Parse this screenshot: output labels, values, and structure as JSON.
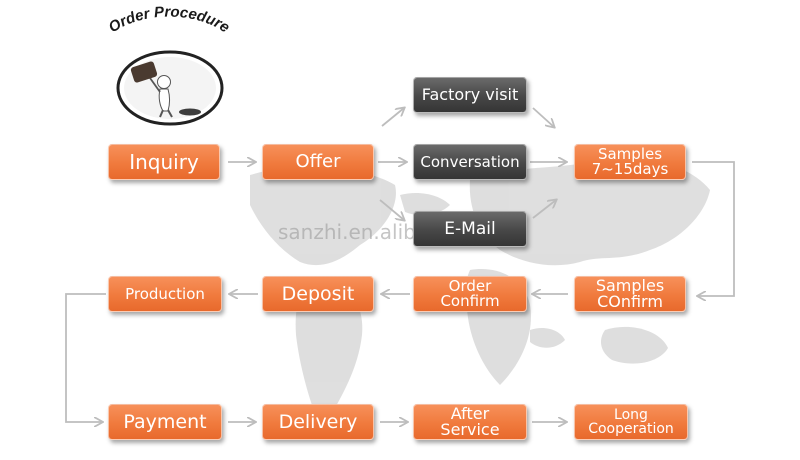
{
  "title": "Order Procedure",
  "watermark": "sanzhi.en.alibaba.com",
  "colors": {
    "orange": "#f07a3d",
    "dark": "#474747",
    "arrow": "#bdbdbd",
    "map": "#d9d9d9"
  },
  "nodes": {
    "inquiry": "Inquiry",
    "offer": "Offer",
    "factory_visit": "Factory visit",
    "conversation": "Conversation",
    "email": "E-Mail",
    "samples": [
      "Samples",
      "7~15days"
    ],
    "samples_confirm": [
      "Samples",
      "COnfirm"
    ],
    "order_confirm": [
      "Order",
      "Confirm"
    ],
    "deposit": "Deposit",
    "production": "Production",
    "payment": "Payment",
    "delivery": "Delivery",
    "after_service": [
      "After",
      "Service"
    ],
    "long_cooperation": [
      "Long",
      "Cooperation"
    ]
  }
}
